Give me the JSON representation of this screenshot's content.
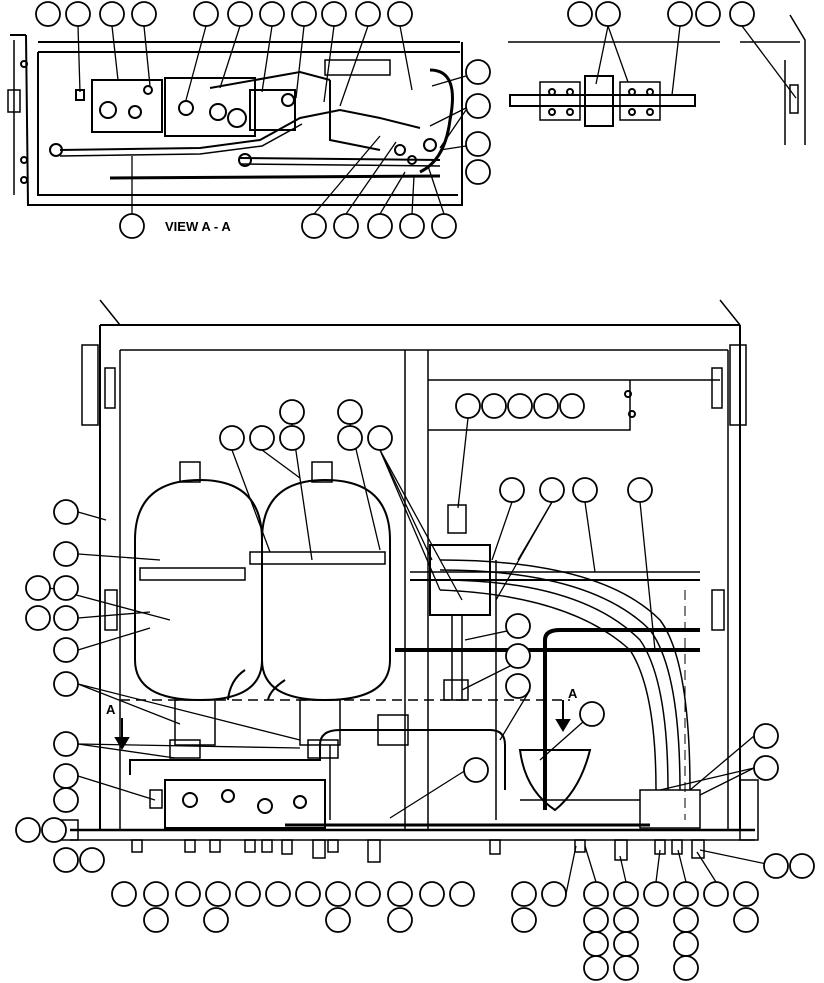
{
  "view_label": "VIEW A - A",
  "section_marker_left": "A",
  "section_marker_right": "A",
  "colors": {
    "ink": "#000000",
    "paper": "#ffffff"
  }
}
